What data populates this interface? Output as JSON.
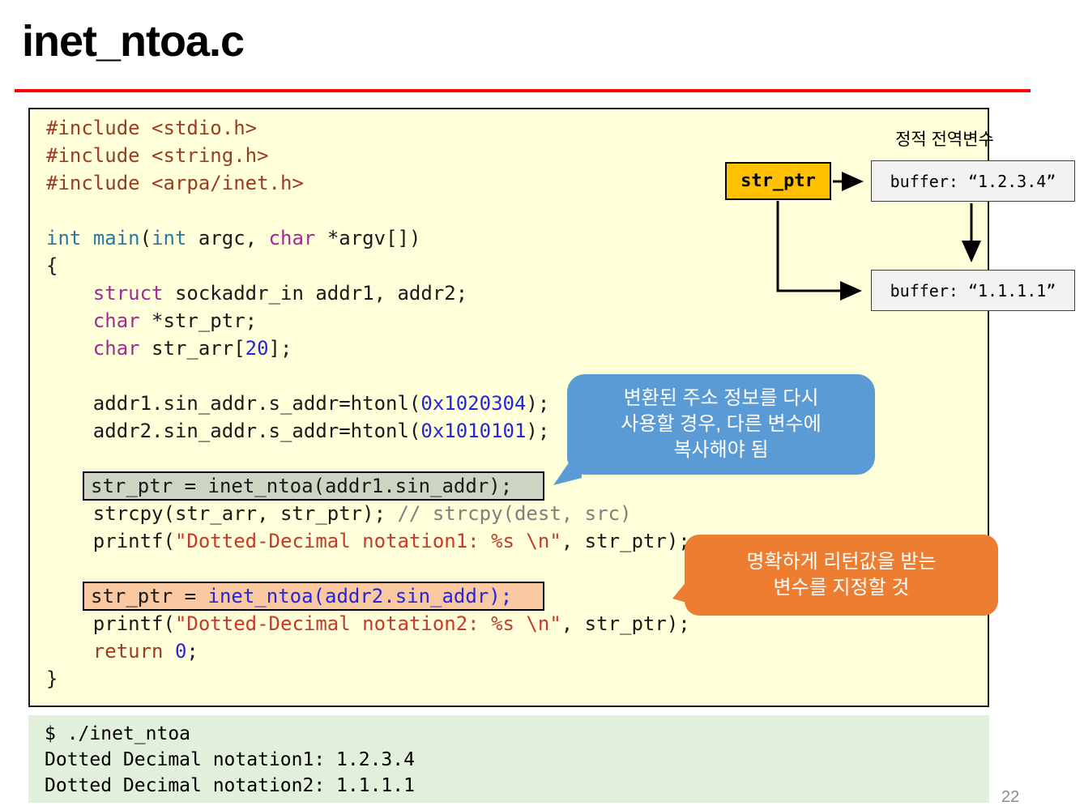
{
  "title": "inet_ntoa.c",
  "page_number": "22",
  "colors": {
    "title_rule": "#FF0000",
    "code_panel_bg": "#FFFFD9",
    "terminal_bg": "#E2EFDA",
    "callout_blue": "#5B9BD5",
    "callout_orange": "#ED7D31",
    "str_ptr_box": "#FFC000",
    "buffer_box_bg": "#F2F2F2",
    "highlight_green": "#CDD5C2",
    "highlight_orange": "#FAC9A2"
  },
  "code": {
    "palette": {
      "pp": "#9C3B22",
      "kw": "#A12A93",
      "ty": "#2878A8",
      "num": "#2525DD",
      "str": "#C6392B",
      "com": "#7F7F7F",
      "fnb": "#2525DD",
      "pl": "#1A1A1A"
    },
    "highlight_colors": {
      "green": "#CDD5C2",
      "orange": "#FAC9A2"
    },
    "lines": [
      {
        "spans": [
          {
            "c": "pp",
            "t": "#include <stdio.h>"
          }
        ]
      },
      {
        "spans": [
          {
            "c": "pp",
            "t": "#include <string.h>"
          }
        ]
      },
      {
        "spans": [
          {
            "c": "pp",
            "t": "#include <arpa/inet.h>"
          }
        ]
      },
      {
        "spans": []
      },
      {
        "spans": [
          {
            "c": "ty",
            "t": "int"
          },
          {
            "c": "pl",
            "t": " "
          },
          {
            "c": "ty",
            "t": "main"
          },
          {
            "c": "pl",
            "t": "("
          },
          {
            "c": "ty",
            "t": "int"
          },
          {
            "c": "pl",
            "t": " argc, "
          },
          {
            "c": "kw",
            "t": "char"
          },
          {
            "c": "pl",
            "t": " *argv[])"
          }
        ]
      },
      {
        "spans": [
          {
            "c": "pl",
            "t": "{"
          }
        ]
      },
      {
        "spans": [
          {
            "c": "pl",
            "t": "    "
          },
          {
            "c": "kw",
            "t": "struct"
          },
          {
            "c": "pl",
            "t": " sockaddr_in addr1, addr2;"
          }
        ]
      },
      {
        "spans": [
          {
            "c": "pl",
            "t": "    "
          },
          {
            "c": "kw",
            "t": "char"
          },
          {
            "c": "pl",
            "t": " *str_ptr;"
          }
        ]
      },
      {
        "spans": [
          {
            "c": "pl",
            "t": "    "
          },
          {
            "c": "kw",
            "t": "char"
          },
          {
            "c": "pl",
            "t": " str_arr["
          },
          {
            "c": "num",
            "t": "20"
          },
          {
            "c": "pl",
            "t": "];"
          }
        ]
      },
      {
        "spans": []
      },
      {
        "spans": [
          {
            "c": "pl",
            "t": "    addr1.sin_addr.s_addr=htonl("
          },
          {
            "c": "num",
            "t": "0x1020304"
          },
          {
            "c": "pl",
            "t": ");"
          }
        ]
      },
      {
        "spans": [
          {
            "c": "pl",
            "t": "    addr2.sin_addr.s_addr=htonl("
          },
          {
            "c": "num",
            "t": "0x1010101"
          },
          {
            "c": "pl",
            "t": ");"
          }
        ]
      },
      {
        "spans": []
      },
      {
        "highlight": "green",
        "spans": [
          {
            "c": "pl",
            "t": "str_ptr = inet_ntoa(addr1.sin_addr);"
          }
        ]
      },
      {
        "spans": [
          {
            "c": "pl",
            "t": "    strcpy(str_arr, str_ptr); "
          },
          {
            "c": "com",
            "t": "// strcpy(dest, src)"
          }
        ]
      },
      {
        "spans": [
          {
            "c": "pl",
            "t": "    printf("
          },
          {
            "c": "str",
            "t": "\"Dotted-Decimal notation1: %s \\n\""
          },
          {
            "c": "pl",
            "t": ", str_ptr);"
          }
        ]
      },
      {
        "spans": []
      },
      {
        "highlight": "orange",
        "spans": [
          {
            "c": "pl",
            "t": "str_ptr = "
          },
          {
            "c": "fnb",
            "t": "inet_ntoa(addr2.sin_addr);"
          }
        ]
      },
      {
        "spans": [
          {
            "c": "pl",
            "t": "    printf("
          },
          {
            "c": "str",
            "t": "\"Dotted-Decimal notation2: %s \\n\""
          },
          {
            "c": "pl",
            "t": ", str_ptr);"
          }
        ]
      },
      {
        "spans": [
          {
            "c": "pl",
            "t": "    "
          },
          {
            "c": "pp",
            "t": "return"
          },
          {
            "c": "pl",
            "t": " "
          },
          {
            "c": "num",
            "t": "0"
          },
          {
            "c": "pl",
            "t": ";"
          }
        ]
      },
      {
        "spans": [
          {
            "c": "pl",
            "t": "}"
          }
        ]
      }
    ]
  },
  "diagram": {
    "label": "정적 전역변수",
    "pointer_label": "str_ptr",
    "buffer1": "buffer: “1.2.3.4”",
    "buffer2": "buffer: “1.1.1.1”"
  },
  "callouts": {
    "blue": {
      "color": "#5B9BD5",
      "lines": [
        "변환된 주소 정보를 다시",
        "사용할 경우, 다른 변수에",
        "복사해야 됨"
      ]
    },
    "orange": {
      "color": "#ED7D31",
      "lines": [
        "명확하게 리턴값을 받는",
        "변수를 지정할 것"
      ]
    }
  },
  "terminal": {
    "lines": [
      "$ ./inet_ntoa",
      "Dotted Decimal notation1: 1.2.3.4",
      "Dotted Decimal notation2: 1.1.1.1"
    ]
  }
}
